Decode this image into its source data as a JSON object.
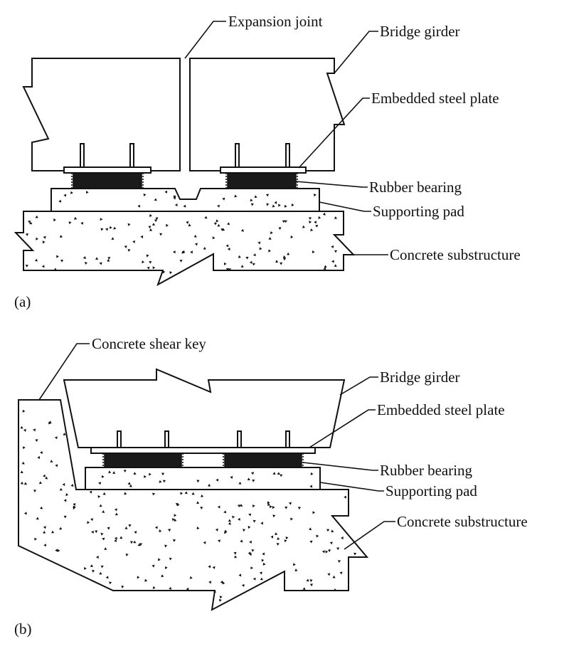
{
  "panel_a": {
    "tag": "(a)",
    "labels": {
      "expansion_joint": "Expansion joint",
      "bridge_girder": "Bridge girder",
      "embedded_steel_plate": "Embedded steel plate",
      "rubber_bearing": "Rubber bearing",
      "supporting_pad": "Supporting pad",
      "concrete_substructure": "Concrete substructure"
    }
  },
  "panel_b": {
    "tag": "(b)",
    "labels": {
      "concrete_shear_key": "Concrete shear key",
      "bridge_girder": "Bridge girder",
      "embedded_steel_plate": "Embedded steel plate",
      "rubber_bearing": "Rubber bearing",
      "supporting_pad": "Supporting pad",
      "concrete_substructure": "Concrete substructure"
    }
  },
  "colors": {
    "line": "#111111",
    "rubber": "#1a1a1a",
    "background": "#ffffff"
  }
}
